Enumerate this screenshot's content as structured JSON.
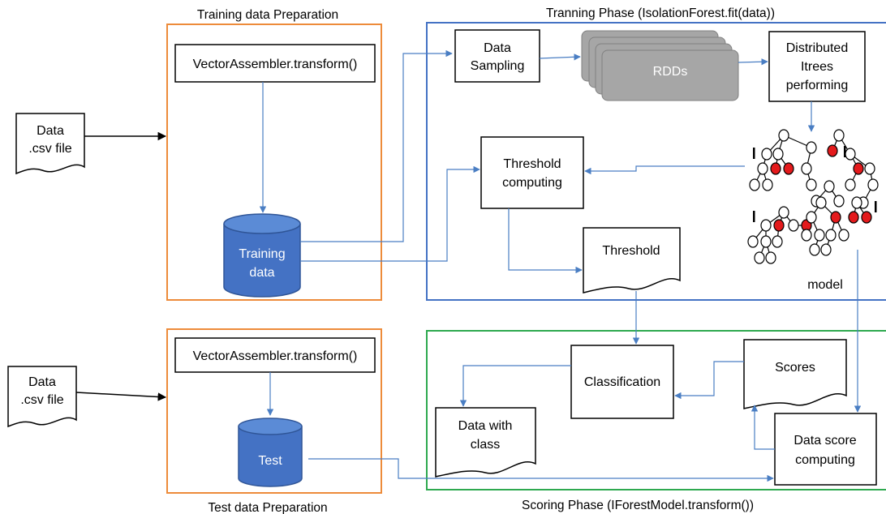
{
  "colors": {
    "training_prep": "#E5251B",
    "training_phase": "#2E75B6",
    "scoring_phase": "#1CA64A",
    "prep_border": "#ED8B3A",
    "phase_border_blue": "#4472C4",
    "phase_border_green": "#2EA94F",
    "arrow": "#4A7EC3",
    "cylinder": "#4472C4",
    "rdd": "#A6A6A6",
    "anomaly_node": "#E41A1C"
  },
  "labels": {
    "training_prep_title": "Training data Preparation",
    "test_prep_title": "Test data Preparation",
    "training_phase_title": "Tranning Phase (IsolationForest.fit(data))",
    "scoring_phase_title": "Scoring Phase (IForestModel.transform())",
    "data_file_1": [
      "Data",
      ".csv file"
    ],
    "data_file_2": [
      "Data",
      ".csv file"
    ],
    "vector_assembler_1": "VectorAssembler.transform()",
    "vector_assembler_2": "VectorAssembler.transform()",
    "training_data": [
      "Training",
      "data"
    ],
    "test_data": "Test",
    "data_sampling": [
      "Data",
      "Sampling"
    ],
    "rdds": "RDDs",
    "distributed_itrees": [
      "Distributed",
      "Itrees",
      "performing"
    ],
    "threshold_computing": [
      "Threshold",
      "computing"
    ],
    "threshold": "Threshold",
    "model": "model",
    "classification": "Classification",
    "scores": "Scores",
    "data_with_class": [
      "Data with",
      "class"
    ],
    "data_score_computing": [
      "Data score",
      "computing"
    ]
  },
  "icons": [
    "document-icon",
    "database-cylinder-icon",
    "isolation-tree-icon"
  ]
}
